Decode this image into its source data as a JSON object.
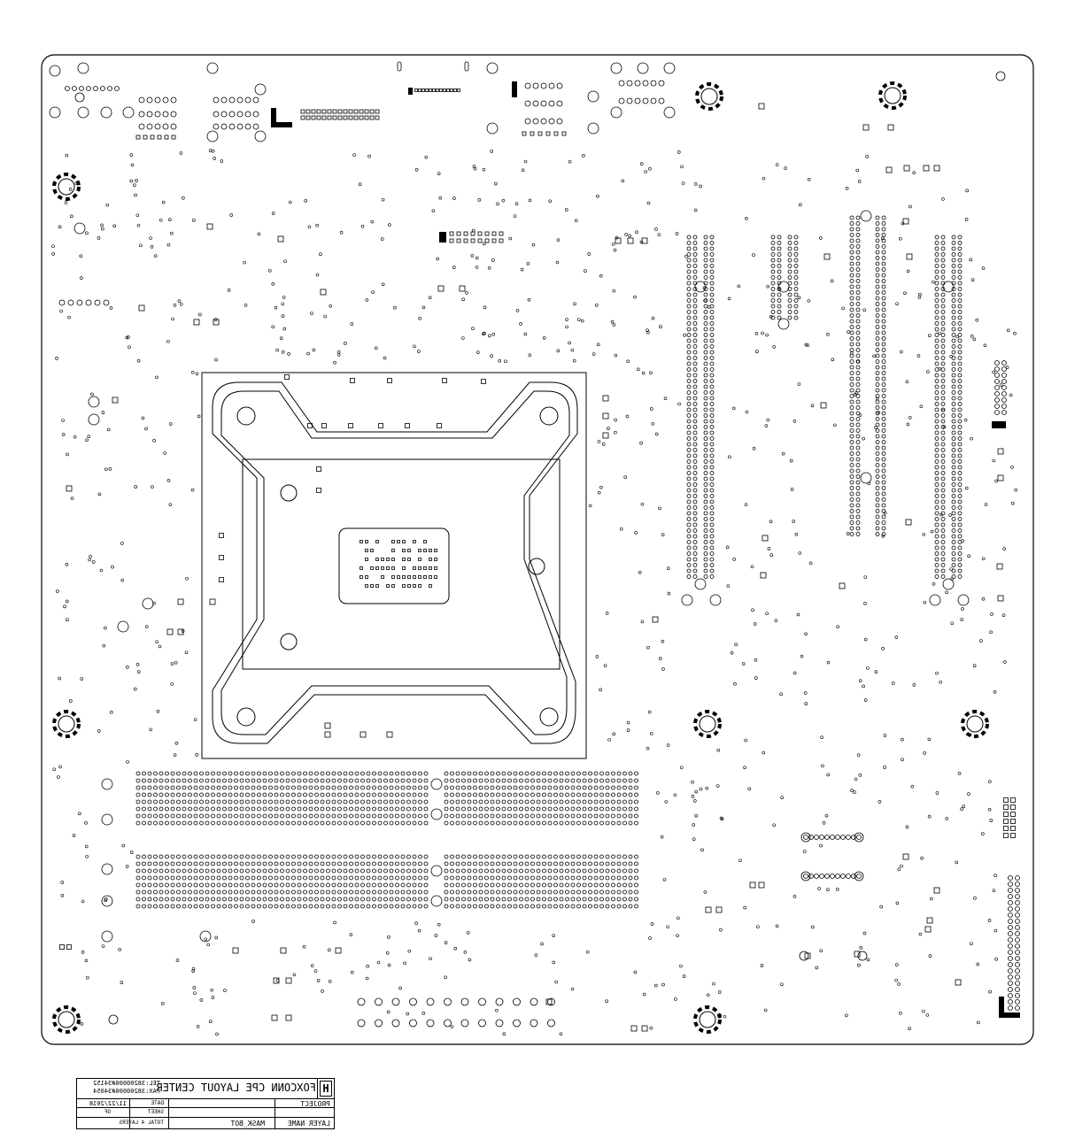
{
  "title_block": {
    "company_line": "FOXCONN CPE LAYOUT CENTER",
    "tel": "TEL:38200000#34152",
    "fax": "FAX:38200000#34054",
    "project_label": "PROJECT",
    "layer_name_label": "LAYER NAME",
    "layer_name_value": "MASK_BOT",
    "date_label": "DATE",
    "date_value": "11/22/2018",
    "sheet_label": "SHEET",
    "sheet_value": "OF",
    "total_layers": "TOTAL 4 LAYERS"
  },
  "colors": {
    "line": "#000000",
    "background": "#ffffff"
  }
}
